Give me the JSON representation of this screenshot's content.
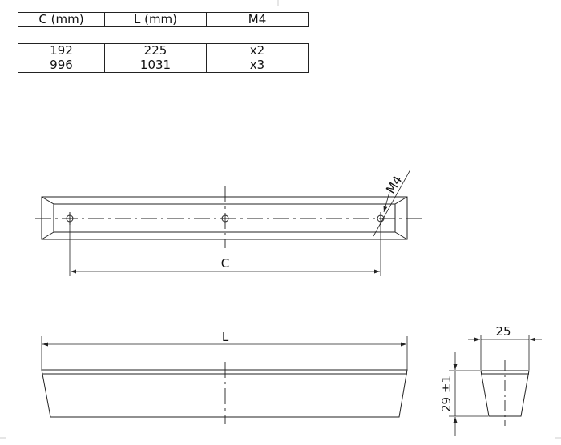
{
  "table": {
    "headers": [
      "C (mm)",
      "L (mm)",
      "M4"
    ],
    "rows": [
      [
        "192",
        "225",
        "x2"
      ],
      [
        "996",
        "1031",
        "x3"
      ]
    ]
  },
  "drawing": {
    "top_view": {
      "hole_spacing_label": "C",
      "thread_label": "M4"
    },
    "side_view": {
      "length_label": "L"
    },
    "end_view": {
      "width_label": "25",
      "height_label": "29 ±1"
    }
  },
  "colors": {
    "line": "#222222",
    "background": "#ffffff"
  }
}
